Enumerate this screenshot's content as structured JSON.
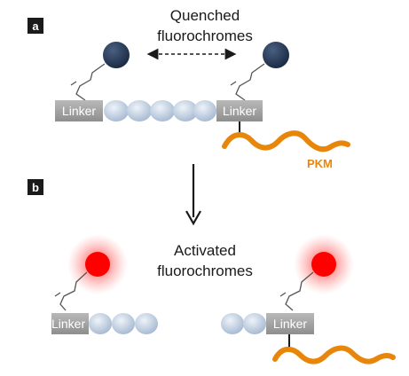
{
  "panel_a": {
    "letter": "a",
    "caption": [
      "Quenched",
      "fluorochromes"
    ],
    "left_linker": "Linker",
    "right_linker": "Linker",
    "enzyme": "PKM"
  },
  "panel_b": {
    "letter": "b",
    "caption": [
      "Activated",
      "fluorochromes"
    ],
    "left_linker": "Linker",
    "right_linker": "Linker"
  },
  "colors": {
    "panel_label_bg": "#1a1a1a",
    "quenched_dye": "#2b3f5f",
    "activated_dye": "#ff0000",
    "linker_box": "#a6a6a6",
    "bead": "#c9d6e6",
    "enzyme": "#e8860a",
    "arrow": "#1a1a1a"
  },
  "icons": {
    "quench_arrow": "double-headed-dashed-arrow",
    "transition_arrow": "down-arrow"
  }
}
